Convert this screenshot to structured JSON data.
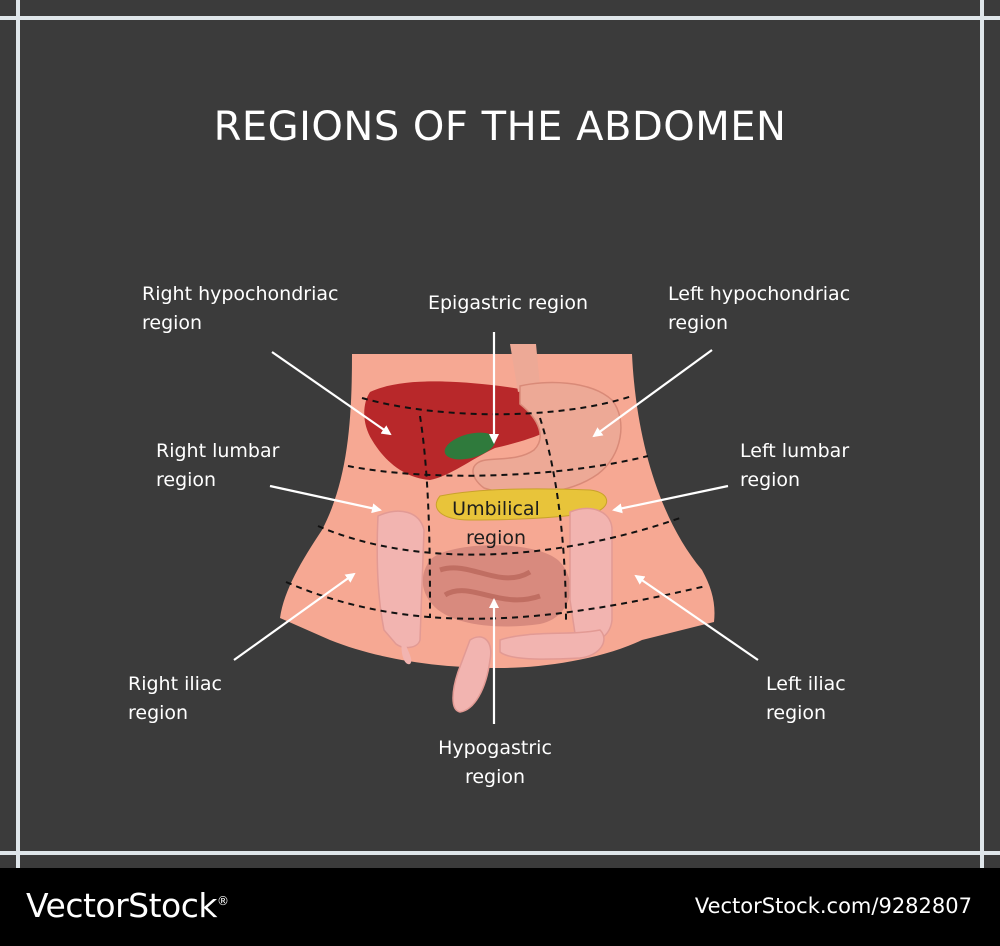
{
  "title": "REGIONS OF THE ABDOMEN",
  "labels": {
    "right_hypochondriac": "Right hypochondriac\nregion",
    "epigastric": "Epigastric region",
    "left_hypochondriac": "Left hypochondriac\nregion",
    "right_lumbar": "Right lumbar\nregion",
    "left_lumbar": "Left lumbar\nregion",
    "umbilical": "Umbilical\nregion",
    "right_iliac": "Right iliac\nregion",
    "left_iliac": "Left iliac\nregion",
    "hypogastric": "Hypogastric\nregion"
  },
  "footer": {
    "brand": "VectorStock",
    "registered": "®",
    "stock_id": "VectorStock.com/9282807"
  },
  "colors": {
    "background": "#3b3b3b",
    "frame": "#dfe6ea",
    "skin": "#f6a893",
    "liver": "#b8282a",
    "stomach": "#eda996",
    "intestine": "#f2b4b0",
    "pancreas": "#e8c43a",
    "gallbladder": "#2f7a3c"
  }
}
